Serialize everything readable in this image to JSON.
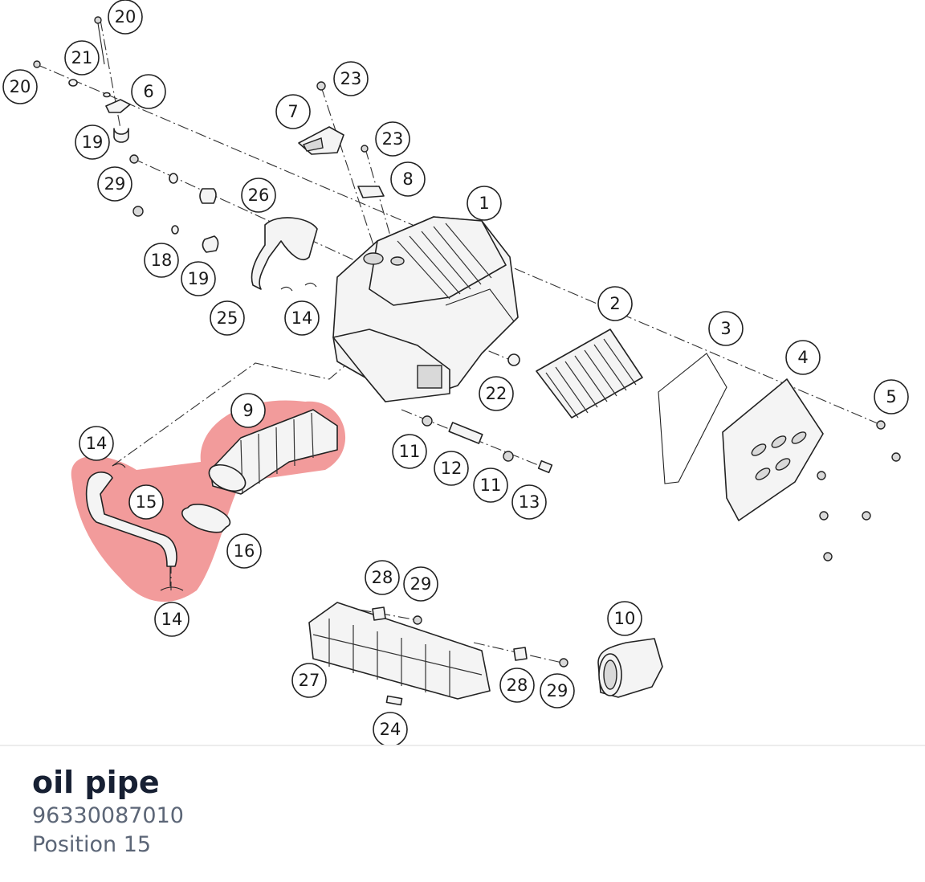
{
  "part": {
    "title": "oil pipe",
    "number": "96330087010",
    "position": "Position 15"
  },
  "highlight": {
    "color": "#f08a8a"
  },
  "callouts": [
    "20",
    "21",
    "20",
    "6",
    "19",
    "29",
    "7",
    "23",
    "23",
    "8",
    "1",
    "26",
    "18",
    "19",
    "25",
    "14",
    "2",
    "3",
    "4",
    "5",
    "9",
    "22",
    "11",
    "12",
    "11",
    "13",
    "14",
    "15",
    "16",
    "14",
    "28",
    "29",
    "10",
    "27",
    "28",
    "29",
    "24"
  ]
}
